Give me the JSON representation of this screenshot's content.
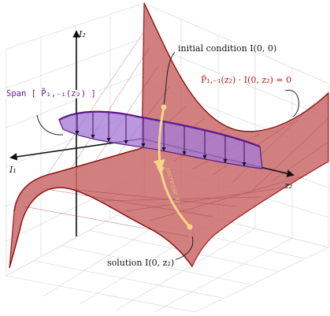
{
  "labels": {
    "axis_i2": "I₂",
    "axis_i1": "I₁",
    "axis_z2": "z₂",
    "initial_condition": "initial condition I(0, 0)",
    "constraint": "P̃₁,₋₁(z₂) · I(0, z₂) = 0",
    "span": "Span [ P̃₁,₋₁(z₂) ]",
    "increasing": "increase z₂",
    "solution": "solution I(0, z₂)"
  },
  "colors": {
    "surface_fill": "#c96868",
    "surface_edge": "#9e1a1a",
    "span_fill": "#a77bd6",
    "span_edge": "#5b1a8e",
    "path": "#f4d58a",
    "axis": "#111111",
    "grid": "#d9d9d9"
  }
}
